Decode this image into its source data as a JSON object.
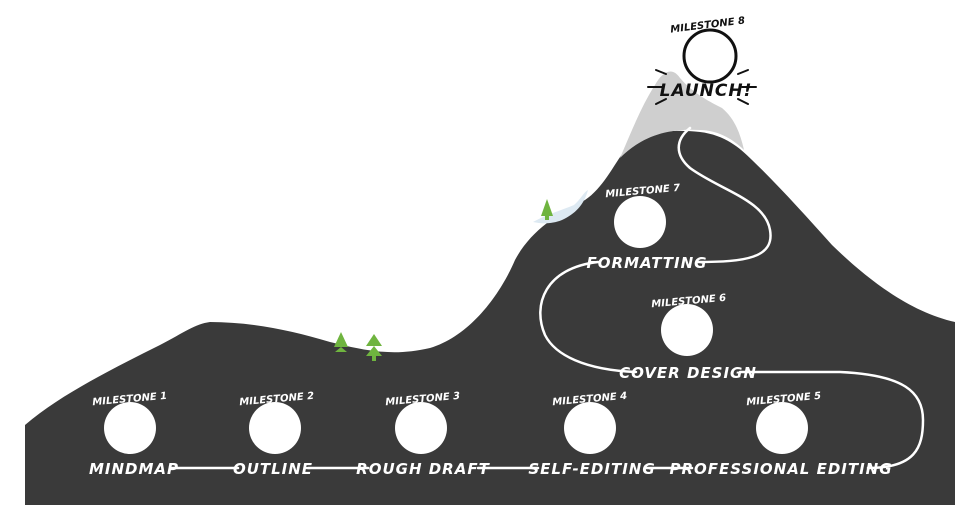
{
  "colors": {
    "mountain": "#3a3a3a",
    "peak": "#cfcfcf",
    "snow": "#dde9f2",
    "path": "#ffffff",
    "tree": "#6fb43f",
    "ink": "#111111"
  },
  "milestones": [
    {
      "caption": "MILESTONE 1",
      "label": "MINDMAP"
    },
    {
      "caption": "MILESTONE 2",
      "label": "OUTLINE"
    },
    {
      "caption": "MILESTONE 3",
      "label": "ROUGH DRAFT"
    },
    {
      "caption": "MILESTONE 4",
      "label": "SELF-EDITING"
    },
    {
      "caption": "MILESTONE 5",
      "label": "PROFESSIONAL EDITING"
    },
    {
      "caption": "MILESTONE 6",
      "label": "COVER DESIGN"
    },
    {
      "caption": "MILESTONE 7",
      "label": "FORMATTING"
    },
    {
      "caption": "MILESTONE 8",
      "label": "LAUNCH!"
    }
  ],
  "icons": [
    "tree-icon",
    "sun-icon"
  ]
}
